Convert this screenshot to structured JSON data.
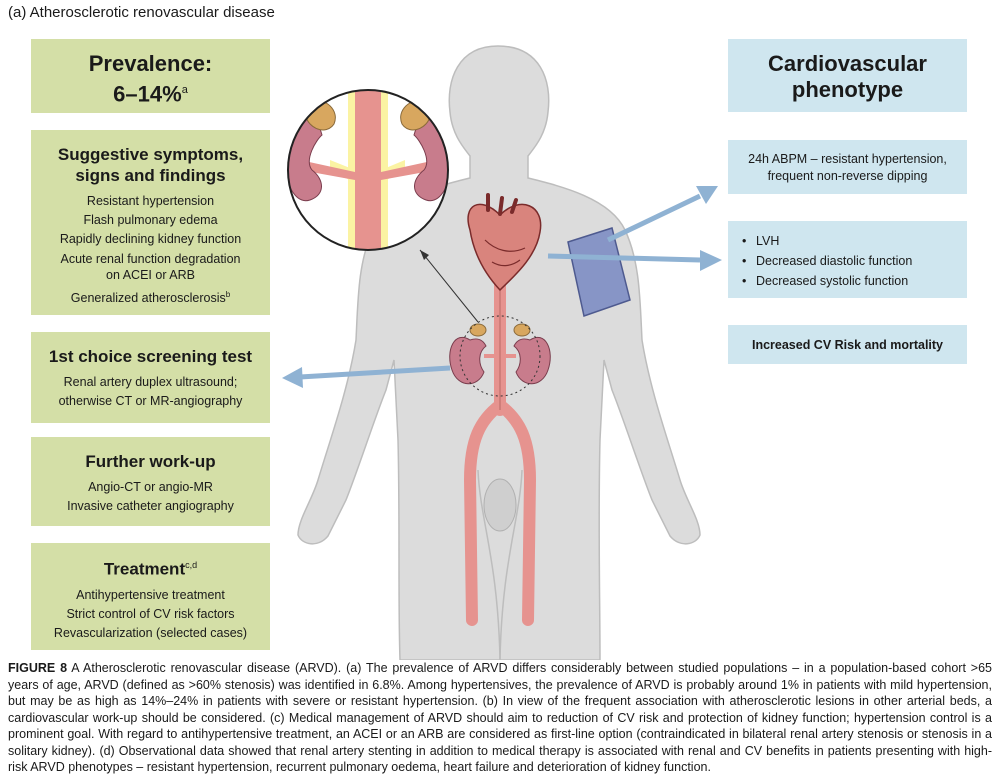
{
  "figure_title": "(a) Atherosclerotic renovascular disease",
  "prevalence": {
    "label": "Prevalence:",
    "value": "6–14%",
    "sup": "a"
  },
  "symptoms": {
    "heading": "Suggestive symptoms, signs and findings",
    "items": [
      "Resistant hypertension",
      "Flash pulmonary edema",
      "Rapidly declining kidney function",
      "Acute renal function degradation on ACEI or ARB"
    ],
    "last_item": "Generalized atherosclerosis",
    "last_sup": "b"
  },
  "screening": {
    "heading": "1st choice screening test",
    "items": [
      "Renal artery duplex ultrasound;",
      "otherwise CT or MR-angiography"
    ]
  },
  "workup": {
    "heading": "Further work-up",
    "items": [
      "Angio-CT or angio-MR",
      "Invasive catheter angiography"
    ]
  },
  "treatment": {
    "heading": "Treatment",
    "sup": "c,d",
    "items": [
      "Antihypertensive treatment",
      "Strict control of CV risk factors",
      "Revascularization (selected cases)"
    ]
  },
  "cardio": {
    "heading": "Cardiovascular phenotype",
    "abpm": "24h ABPM – resistant hypertension, frequent non-reverse dipping",
    "bullets": [
      "LVH",
      "Decreased diastolic function",
      "Decreased systolic function"
    ],
    "risk": "Increased CV Risk and mortality"
  },
  "caption": {
    "label": "FIGURE 8",
    "text": "A Atherosclerotic renovascular disease (ARVD). (a) The prevalence of ARVD differs considerably between studied populations – in a population-based cohort >65 years of age, ARVD (defined as >60% stenosis) was identified in 6.8%. Among hypertensives, the prevalence of ARVD is probably around 1% in patients with mild hypertension, but may be as high as 14%–24% in patients with severe or resistant hypertension. (b) In view of the frequent association with atherosclerotic lesions in other arterial beds, a cardiovascular work-up should be considered. (c) Medical management of ARVD should aim to reduction of CV risk and protection of kidney function; hypertension control is a prominent goal. With regard to antihypertensive treatment, an ACEI or an ARB are considered as first-line option (contraindicated in bilateral renal artery stenosis or stenosis in a solitary kidney). (d) Observational data showed that renal artery stenting in addition to medical therapy is associated with renal and CV benefits in patients presenting with high-risk ARVD phenotypes – resistant hypertension, recurrent pulmonary oedema, heart failure and deterioration of kidney function."
  },
  "colors": {
    "green_box": "#d4dfa7",
    "blue_box": "#cfe6ef",
    "body": "#dcdcdc",
    "artery": "#e6938f",
    "kidney": "#c87c8c",
    "arrow": "#8fb2d3",
    "cuff": "#8795c6"
  }
}
